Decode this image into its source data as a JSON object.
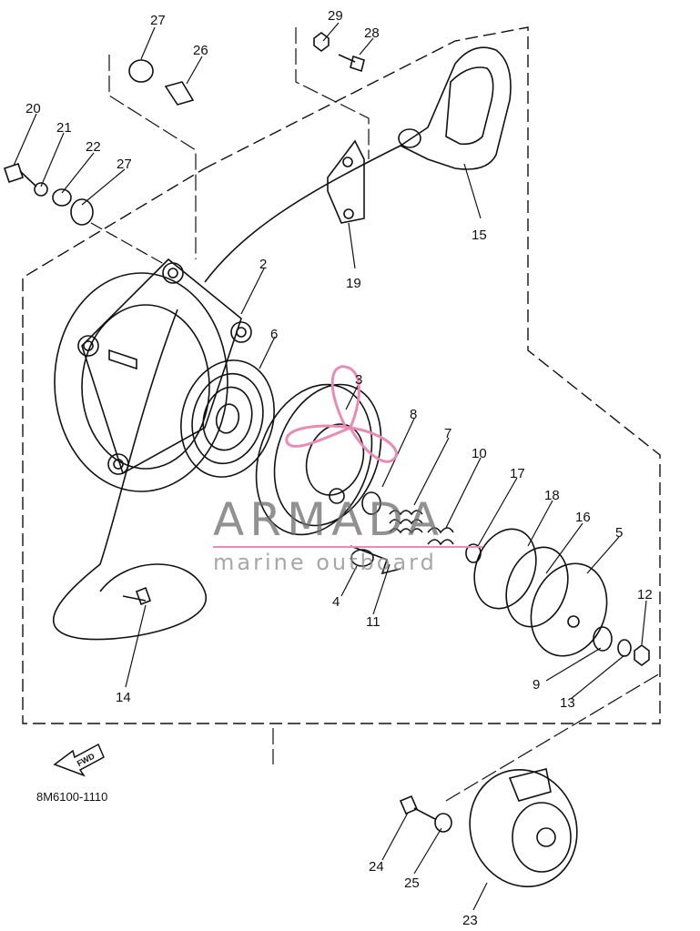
{
  "drawing_code": "8M6100-1110",
  "fwd_label": "FWD",
  "watermark": {
    "brand": "ARMADA",
    "tagline": "marine outboard",
    "accent_color": "#e98bb4",
    "text_color": "#6d6d6d"
  },
  "callouts": [
    "2",
    "3",
    "4",
    "5",
    "6",
    "7",
    "8",
    "9",
    "10",
    "11",
    "12",
    "13",
    "14",
    "15",
    "16",
    "17",
    "18",
    "19",
    "20",
    "21",
    "22",
    "23",
    "24",
    "25",
    "26",
    "27",
    "27",
    "28",
    "29"
  ]
}
